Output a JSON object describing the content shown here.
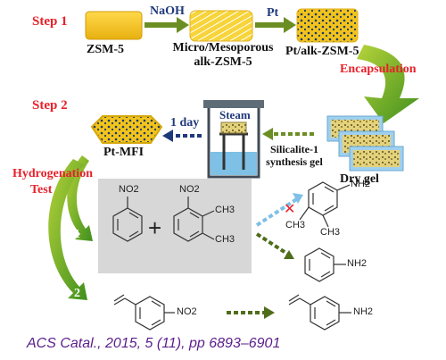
{
  "step1": {
    "label": "Step 1",
    "zsm5": "ZSM-5",
    "naoh": "NaOH",
    "micro_label_1": "Micro/Mesoporous",
    "micro_label_2": "alk-ZSM-5",
    "pt": "Pt",
    "pt_alk": "Pt/alk-ZSM-5",
    "encapsulation": "Encapsulation"
  },
  "step2": {
    "label": "Step 2",
    "steam": "Steam",
    "one_day": "1 day",
    "pt_mfi": "Pt-MFI",
    "silicalite_1": "Silicalite-1",
    "silicalite_2": "synthesis gel",
    "dry_gel": "Dry gel"
  },
  "hydrogenation": {
    "label_1": "Hydrogenation",
    "label_2": "Test",
    "route1": "1",
    "route2": "2",
    "plus": "+",
    "no2": "NO2",
    "nh2": "NH2",
    "ch3": "CH3",
    "cross": "✕"
  },
  "citation": "ACS Catal., 2015, 5 (11), pp 6893–6901",
  "colors": {
    "step_red": "#e8202a",
    "arrow_green": "#6b8e23",
    "zeolite_gold": "#f2c31c",
    "blue_arrow": "#1f3a7a",
    "citation_purple": "#5a1e8c"
  }
}
